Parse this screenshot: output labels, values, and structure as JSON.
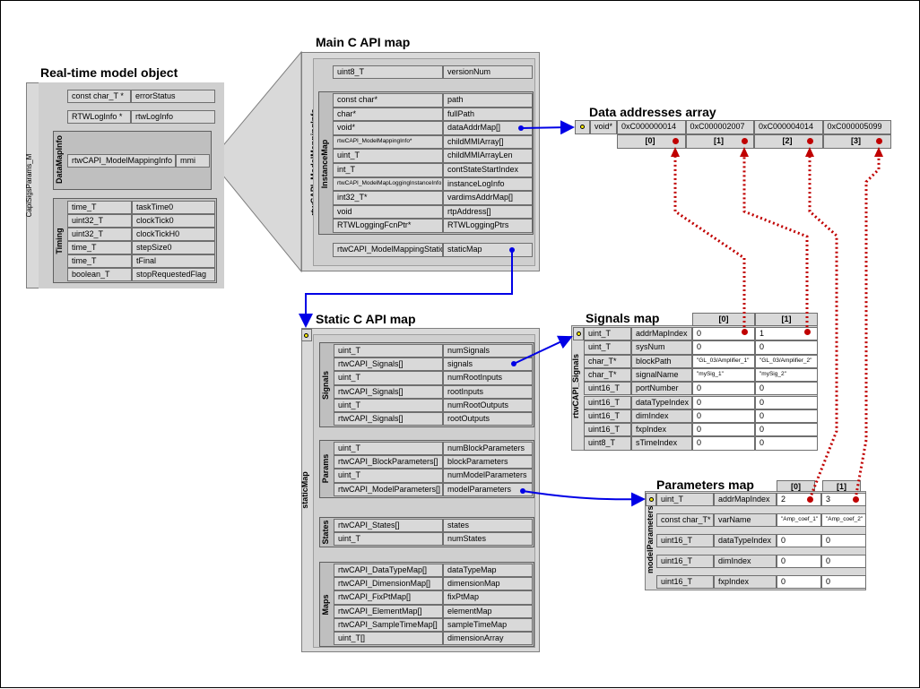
{
  "titles": {
    "rtm": "Real-time model object",
    "main": "Main C API map",
    "static": "Static C API map",
    "data": "Data addresses array",
    "signals": "Signals map",
    "params": "Parameters map"
  },
  "rtm": {
    "side_label": "CapiSigsParams_M",
    "top": [
      {
        "type": "const char_T *",
        "name": "errorStatus"
      },
      {
        "type": "RTWLogInfo *",
        "name": "rtwLogInfo"
      }
    ],
    "datamap_label": "DataMapInfo",
    "datamap": {
      "type": "rtwCAPI_ModelMappingInfo",
      "name": "mmi"
    },
    "timing_label": "Timing",
    "timing": [
      {
        "type": "time_T",
        "name": "taskTime0"
      },
      {
        "type": "uint32_T",
        "name": "clockTick0"
      },
      {
        "type": "uint32_T",
        "name": "clockTickH0"
      },
      {
        "type": "time_T",
        "name": "stepSize0"
      },
      {
        "type": "time_T",
        "name": "tFinal"
      },
      {
        "type": "boolean_T",
        "name": "stopRequestedFlag"
      }
    ]
  },
  "main": {
    "side_label": "rtwCAPI_ModelMappingInfo",
    "version": {
      "type": "uint8_T",
      "name": "versionNum"
    },
    "instance_label": "InstanceMap",
    "instance": [
      {
        "type": "const char*",
        "name": "path"
      },
      {
        "type": "char*",
        "name": "fullPath"
      },
      {
        "type": "void*",
        "name": "dataAddrMap[]"
      },
      {
        "type": "rtwCAPI_ModelMappingInfo*",
        "name": "childMMIArray[]"
      },
      {
        "type": "uint_T",
        "name": "childMMIArrayLen"
      },
      {
        "type": "int_T",
        "name": "contStateStartIndex"
      },
      {
        "type": "rtwCAPI_ModelMapLoggingInstanceInfo",
        "name": "instanceLogInfo"
      },
      {
        "type": "int32_T*",
        "name": "vardimsAddrMap[]"
      },
      {
        "type": "void",
        "name": "rtpAddress[]"
      },
      {
        "type": "RTWLoggingFcnPtr*",
        "name": "RTWLoggingPtrs"
      }
    ],
    "static_map": {
      "type": "rtwCAPI_ModelMappingStaticInf",
      "name": "staticMap"
    }
  },
  "data_addresses": {
    "type": "void*",
    "values": [
      "0xC000000014",
      "0xC000002007",
      "0xC000004014",
      "0xC000005099"
    ],
    "indices": [
      "[0]",
      "[1]",
      "[2]",
      "[3]"
    ]
  },
  "static": {
    "side_label": "staticMap",
    "groups": [
      {
        "label": "Signals",
        "rows": [
          {
            "type": "uint_T",
            "name": "numSignals"
          },
          {
            "type": "rtwCAPI_Signals[]",
            "name": "signals"
          },
          {
            "type": "uint_T",
            "name": "numRootInputs"
          },
          {
            "type": "rtwCAPI_Signals[]",
            "name": "rootInputs"
          },
          {
            "type": "uint_T",
            "name": "numRootOutputs"
          },
          {
            "type": "rtwCAPI_Signals[]",
            "name": "rootOutputs"
          }
        ]
      },
      {
        "label": "Params",
        "rows": [
          {
            "type": "uint_T",
            "name": "numBlockParameters"
          },
          {
            "type": "rtwCAPI_BlockParameters[]",
            "name": "blockParameters"
          },
          {
            "type": "uint_T",
            "name": "numModelParameters"
          },
          {
            "type": "rtwCAPI_ModelParameters[]",
            "name": "modelParameters"
          }
        ]
      },
      {
        "label": "States",
        "rows": [
          {
            "type": "rtwCAPI_States[]",
            "name": "states"
          },
          {
            "type": "uint_T",
            "name": "numStates"
          }
        ]
      },
      {
        "label": "Maps",
        "rows": [
          {
            "type": "rtwCAPI_DataTypeMap[]",
            "name": "dataTypeMap"
          },
          {
            "type": "rtwCAPI_DimensionMap[]",
            "name": "dimensionMap"
          },
          {
            "type": "rtwCAPI_FixPtMap[]",
            "name": "fixPtMap"
          },
          {
            "type": "rtwCAPI_ElementMap[]",
            "name": "elementMap"
          },
          {
            "type": "rtwCAPI_SampleTimeMap[]",
            "name": "sampleTimeMap"
          },
          {
            "type": "uint_T[]",
            "name": "dimensionArray"
          }
        ]
      }
    ]
  },
  "signals_map": {
    "side_label": "rtwCAPI_Signals",
    "headers": [
      "[0]",
      "[1]"
    ],
    "rows": [
      {
        "type": "uint_T",
        "name": "addrMapIndex",
        "v0": "0",
        "v1": "1"
      },
      {
        "type": "uint_T",
        "name": "sysNum",
        "v0": "0",
        "v1": "0"
      },
      {
        "type": "char_T*",
        "name": "blockPath",
        "v0": "\"GL_03/Amplifier_1\"",
        "v1": "\"GL_03/Amplifier_2\""
      },
      {
        "type": "char_T*",
        "name": "signalName",
        "v0": "\"mySig_1\"",
        "v1": "\"mySig_2\""
      },
      {
        "type": "uint16_T",
        "name": "portNumber",
        "v0": "0",
        "v1": "0"
      },
      {
        "type": "uint16_T",
        "name": "dataTypeIndex",
        "v0": "0",
        "v1": "0"
      },
      {
        "type": "uint16_T",
        "name": "dimIndex",
        "v0": "0",
        "v1": "0"
      },
      {
        "type": "uint16_T",
        "name": "fxpIndex",
        "v0": "0",
        "v1": "0"
      },
      {
        "type": "uint8_T",
        "name": "sTimeIndex",
        "v0": "0",
        "v1": "0"
      }
    ]
  },
  "params_map": {
    "side_label": "modelParameters",
    "headers": [
      "[0]",
      "[1]"
    ],
    "rows": [
      {
        "type": "uint_T",
        "name": "addrMapIndex",
        "v0": "2",
        "v1": "3"
      },
      {
        "type": "const char_T*",
        "name": "varName",
        "v0": "\"Amp_coef_1\"",
        "v1": "\"Amp_coef_2\""
      },
      {
        "type": "uint16_T",
        "name": "dataTypeIndex",
        "v0": "0",
        "v1": "0"
      },
      {
        "type": "uint16_T",
        "name": "dimIndex",
        "v0": "0",
        "v1": "0"
      },
      {
        "type": "uint16_T",
        "name": "fxpIndex",
        "v0": "0",
        "v1": "0"
      }
    ]
  },
  "colors": {
    "blue_arrow": "#0000e6",
    "red_link": "#c00000",
    "marker": "#ffee00"
  }
}
